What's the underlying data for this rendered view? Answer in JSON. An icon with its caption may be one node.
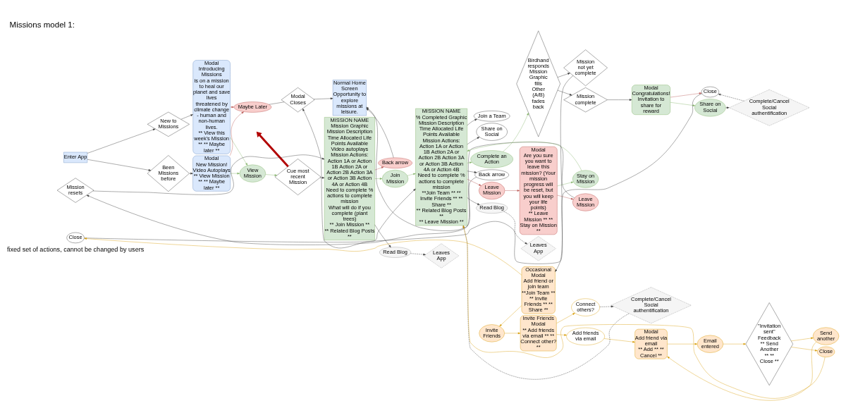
{
  "diagram": {
    "title": "Missions model 1:",
    "nodes": [
      {
        "text": [
          "Enter App"
        ]
      },
      {
        "text": [
          "New to Missions"
        ]
      },
      {
        "text": [
          "Been Missions before"
        ]
      },
      {
        "text": [
          "Modal",
          "Introducing Missions",
          "is on a mission to heal our planet and save lives threatened by climate change - human and non-human lives.",
          "** View this week's Mission ** ** Maybe later **"
        ]
      },
      {
        "text": [
          "Modal",
          "New Mission!",
          "Video Autoplays",
          "** View Mission ** ** Maybe later **"
        ]
      },
      {
        "text": [
          "View Mission"
        ]
      },
      {
        "text": [
          "Cue most recent Mission"
        ]
      },
      {
        "text": [
          "Maybe Later"
        ]
      },
      {
        "text": [
          "Modal Closes"
        ]
      },
      {
        "text": [
          "Normal Home Screen",
          "Opportunity to explore missions at leisure."
        ]
      },
      {
        "text": [
          "MISSION NAME",
          "Mission Graphic",
          "Mission Description Time Allocated Life Points Available",
          "Video autoplays",
          "Mission Actions: Action 1A or Action 1B Action 2A or Action 2B Action 3A or Action 3B Action 4A or Action 4B",
          "Need to complete % actions to complete mission",
          "What will do if you complete (plant trees)",
          "** Join Mission **",
          "** Related Blog Posts **"
        ]
      },
      {
        "text": [
          "Back arrow"
        ]
      },
      {
        "text": [
          "Read Blog"
        ]
      },
      {
        "text": [
          "Leaves App"
        ]
      },
      {
        "text": [
          "Join Mission"
        ]
      },
      {
        "text": [
          "MISSION NAME",
          "% Completed Graphic",
          "Mission Description Time Allocated Life Points Available",
          "Mission Actions:",
          "Action 1A or Action 1B Action 2A or Action 2B Action 3A or Action 3B Action 4A or Action 4B",
          "Need to complete % actions to complete mission",
          "**Join Team ** ** Invite Friends ** ** Share **",
          "** Related Blog Posts **",
          "** Leave Mission **"
        ]
      },
      {
        "text": [
          "Back arrow"
        ]
      },
      {
        "text": [
          "Leave Mission"
        ]
      },
      {
        "text": [
          "Read Blog"
        ]
      },
      {
        "text": [
          "Leaves App"
        ]
      },
      {
        "text": [
          "Modal",
          "Are you sure you want to leave this mission? (Your mission progress will be reset, but you will keep your life points)",
          "** Leave Mission ** ** Stay on Mission **"
        ]
      },
      {
        "text": [
          "Mission resets"
        ]
      },
      {
        "text": [
          "Leave Mission"
        ]
      },
      {
        "text": [
          "Stay on Mission"
        ]
      },
      {
        "text": [
          "Join a Team"
        ]
      },
      {
        "text": [
          "Share on Social"
        ]
      },
      {
        "text": [
          "Complete an Action"
        ]
      },
      {
        "text": [
          "Birdhand responds Mission Graphic fills Other (A/B) fades back"
        ]
      },
      {
        "text": [
          "Mission complete"
        ]
      },
      {
        "text": [
          "Mission not yet complete"
        ]
      },
      {
        "text": [
          "Modal",
          "Congratulations! Invitation to share for reward"
        ]
      },
      {
        "text": [
          "Close"
        ]
      },
      {
        "text": [
          "Share on Social"
        ]
      },
      {
        "text": [
          "Complete/Cancel Social authentification"
        ]
      },
      {
        "text": [
          "Close"
        ]
      },
      {
        "text": [
          "Occasional Modal",
          "Add friend or join team",
          "**Join Team ** ** Invite Friends ** ** Share **"
        ]
      },
      {
        "text": [
          "Invite Friends"
        ]
      },
      {
        "text": [
          "Invite Friends Modal",
          "** Add friends via email ** ** Connect other? **"
        ]
      },
      {
        "text": [
          "Add friends via email"
        ]
      },
      {
        "text": [
          "Connect others?"
        ]
      },
      {
        "text": [
          "Complete/Cancel Social authentification"
        ]
      },
      {
        "text": [
          "Modal",
          "Add friend via email",
          "** Add ** ** Cancel **"
        ]
      },
      {
        "text": [
          "Email entered"
        ]
      },
      {
        "text": [
          "\"Invitation sent\" Feedback ** Send Another ** ** Close **"
        ]
      },
      {
        "text": [
          "Send another"
        ]
      },
      {
        "text": [
          "Close"
        ]
      }
    ],
    "edges": [
      {
        "from": 0,
        "to": 1,
        "arrow": "to"
      },
      {
        "from": 0,
        "to": 2,
        "arrow": "to"
      },
      {
        "from": 1,
        "to": 3,
        "arrow": "to"
      },
      {
        "from": 2,
        "to": 4,
        "arrow": "to"
      },
      {
        "from": 3,
        "to": 5,
        "arrow": "to",
        "color": "#82b366"
      },
      {
        "from": 4,
        "to": 5,
        "arrow": "to",
        "color": "#82b366"
      },
      {
        "from": 3,
        "to": 7,
        "arrow": "to",
        "color": "#b85450"
      },
      {
        "from": 4,
        "to": 7,
        "arrow": "to",
        "color": "#b85450"
      },
      {
        "from": 5,
        "to": 6,
        "arrow": "to",
        "color": "#82b366"
      },
      {
        "from": 6,
        "to": 10,
        "arrow": "to"
      },
      {
        "from": 6,
        "to": null,
        "arrow": "to",
        "style": "thick",
        "color": "#b20000"
      },
      {
        "from": 7,
        "to": 8,
        "arrow": "none"
      },
      {
        "from": 31,
        "to": 8,
        "arrow": "to"
      },
      {
        "from": 8,
        "to": 9,
        "arrow": "to"
      },
      {
        "from": 10,
        "to": 11,
        "arrow": "to",
        "color": "#b85450"
      },
      {
        "from": 10,
        "to": 12,
        "arrow": "to"
      },
      {
        "from": 12,
        "to": 13,
        "arrow": "to",
        "style": "dashed"
      },
      {
        "from": 11,
        "to": 9,
        "arrow": "to"
      },
      {
        "from": 10,
        "to": 14,
        "arrow": "to",
        "color": "#82b366"
      },
      {
        "from": 14,
        "to": 15,
        "arrow": "to",
        "color": "#82b366"
      },
      {
        "from": 15,
        "to": 16,
        "arrow": "to"
      },
      {
        "from": 16,
        "to": 9,
        "arrow": "to"
      },
      {
        "from": 15,
        "to": 17,
        "arrow": "to",
        "color": "#b85450"
      },
      {
        "from": 15,
        "to": 18,
        "arrow": "to"
      },
      {
        "from": 18,
        "to": 19,
        "arrow": "to",
        "style": "dashed"
      },
      {
        "from": 17,
        "to": 20,
        "arrow": "to",
        "color": "#b85450"
      },
      {
        "from": 20,
        "to": 22,
        "arrow": "to",
        "color": "#b85450"
      },
      {
        "from": 20,
        "to": 23,
        "arrow": "to",
        "color": "#82b366"
      },
      {
        "from": 22,
        "to": 21,
        "arrow": "to"
      },
      {
        "from": 21,
        "to": 10,
        "arrow": "to"
      },
      {
        "from": 23,
        "to": 15,
        "arrow": "to",
        "color": "#82b366"
      },
      {
        "from": 15,
        "to": 24,
        "arrow": "to"
      },
      {
        "from": 15,
        "to": 25,
        "arrow": "to"
      },
      {
        "from": 15,
        "to": 26,
        "arrow": "to",
        "color": "#82b366"
      },
      {
        "from": 26,
        "to": 27,
        "arrow": "to",
        "color": "#82b366"
      },
      {
        "from": 27,
        "to": 28,
        "arrow": "to"
      },
      {
        "from": 27,
        "to": 29,
        "arrow": "to"
      },
      {
        "from": 28,
        "to": 30,
        "arrow": "to"
      },
      {
        "from": 30,
        "to": 31,
        "arrow": "to",
        "color": "#b85450"
      },
      {
        "from": 30,
        "to": 32,
        "arrow": "to",
        "color": "#82b366"
      },
      {
        "from": 32,
        "to": 33,
        "arrow": "to",
        "style": "dashed"
      },
      {
        "from": 33,
        "to": 31,
        "arrow": "to",
        "style": "dashed"
      },
      {
        "from": 29,
        "to": 35,
        "arrow": "to"
      },
      {
        "from": 35,
        "to": 34,
        "arrow": "to",
        "color": "#d79b00"
      },
      {
        "from": 34,
        "to": 15,
        "arrow": "to"
      },
      {
        "from": 35,
        "to": 36,
        "arrow": "to",
        "color": "#d79b00"
      },
      {
        "from": 36,
        "to": 37,
        "arrow": "to",
        "color": "#d79b00"
      },
      {
        "from": 37,
        "to": 38,
        "arrow": "to",
        "color": "#d79b00"
      },
      {
        "from": 37,
        "to": 39,
        "arrow": "to",
        "color": "#d79b00"
      },
      {
        "from": 39,
        "to": 40,
        "arrow": "to",
        "style": "dashed"
      },
      {
        "from": 40,
        "to": 15,
        "arrow": "to",
        "style": "dashed"
      },
      {
        "from": 38,
        "to": 41,
        "arrow": "to",
        "color": "#d79b00"
      },
      {
        "from": 41,
        "to": 42,
        "arrow": "to",
        "color": "#d79b00"
      },
      {
        "from": 42,
        "to": 43,
        "arrow": "to",
        "color": "#d79b00"
      },
      {
        "from": 43,
        "to": 44,
        "arrow": "to",
        "color": "#d79b00"
      },
      {
        "from": 43,
        "to": 45,
        "arrow": "to",
        "color": "#d79b00"
      },
      {
        "from": 44,
        "to": 41,
        "arrow": "to",
        "color": "#d79b00"
      },
      {
        "from": 45,
        "to": 15,
        "arrow": "to",
        "color": "#d79b00"
      }
    ],
    "labels": [
      "fixed set of actions, cannot be changed by users"
    ]
  }
}
